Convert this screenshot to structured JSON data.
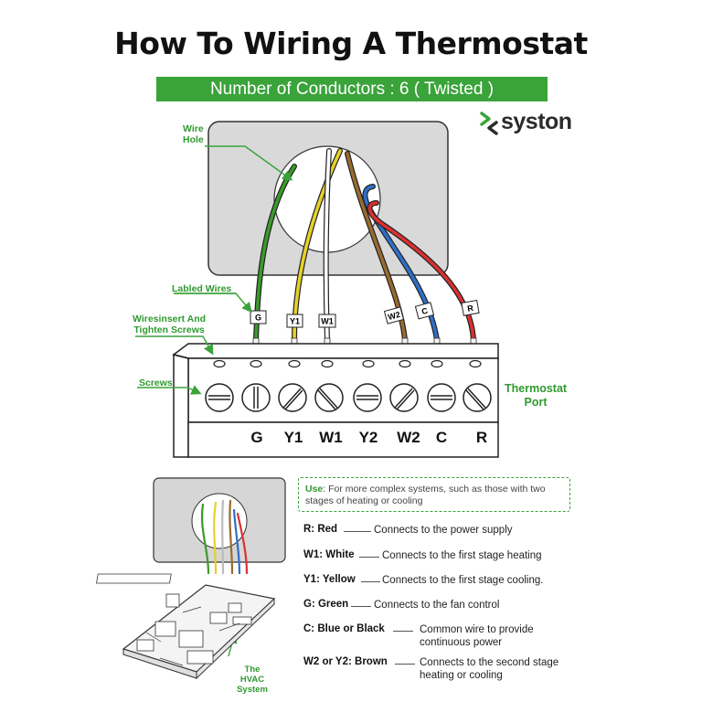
{
  "title": "How To Wiring A Thermostat",
  "banner": "Number of Conductors : 6  ( Twisted )",
  "brand": "syston",
  "callouts": {
    "wire_hole": [
      "Wire",
      "Hole"
    ],
    "labled_wires": "Labled Wires",
    "wires_insert": [
      "Wiresinsert And",
      "Tighten Screws"
    ],
    "screws": "Screws",
    "thermostat_port": [
      "Thermostat",
      "Port"
    ],
    "hvac_system": [
      "The",
      "HVAC System"
    ]
  },
  "wire_tags": [
    "G",
    "Y1",
    "W1",
    "W2",
    "C",
    "R"
  ],
  "terminals": [
    "G",
    "Y1",
    "W1",
    "Y2",
    "W2",
    "C",
    "R"
  ],
  "use_box": {
    "label": "Use",
    "text": ": For more complex systems, such as those with two stages of heating or cooling"
  },
  "legend": [
    {
      "key": "R: Red",
      "desc": "Connects to the power supply"
    },
    {
      "key": "W1: White",
      "desc": "Connects to the first stage heating"
    },
    {
      "key": "Y1: Yellow",
      "desc": "Connects to the first stage cooling."
    },
    {
      "key": "G: Green",
      "desc": "Connects to the fan control"
    },
    {
      "key": "C: Blue or Black",
      "desc": "Common wire to provide continuous power"
    },
    {
      "key": "W2 or Y2: Brown",
      "desc": "Connects to the second stage heating or cooling"
    }
  ],
  "colors": {
    "accent_green": "#3aa33a",
    "wire_green": "#3a9a2a",
    "wire_yellow": "#e6d12a",
    "wire_white": "#ffffff",
    "wire_brown": "#9a6a2e",
    "wire_blue": "#2f6fc8",
    "wire_red": "#d93030",
    "plate_gray": "#d9d9d9"
  }
}
